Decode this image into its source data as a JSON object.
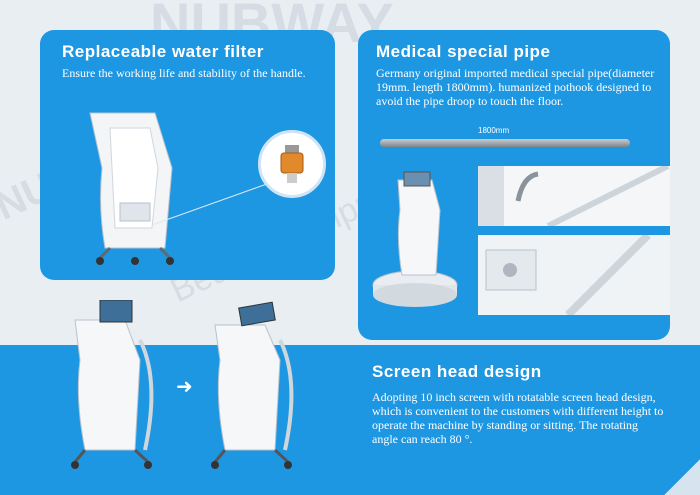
{
  "watermark": {
    "brand": "NUBWAY",
    "sub": "Beauty Equipment"
  },
  "colors": {
    "accent": "#1e97e3",
    "background": "#e9eef3"
  },
  "water_filter": {
    "title": "Replaceable water filter",
    "body": "Ensure the working life and stability of the handle."
  },
  "medical_pipe": {
    "title": "Medical special pipe",
    "body": "Germany original imported medical special pipe(diameter 19mm. length 1800mm). humanized pothook designed to avoid the pipe droop to touch the floor.",
    "length_label": "1800mm"
  },
  "screen_head": {
    "title": "Screen head design",
    "body": "Adopting 10 inch screen with rotatable screen head design, which is convenient to the customers with different height to operate the machine by standing or sitting. The rotating angle can reach 80 °."
  }
}
